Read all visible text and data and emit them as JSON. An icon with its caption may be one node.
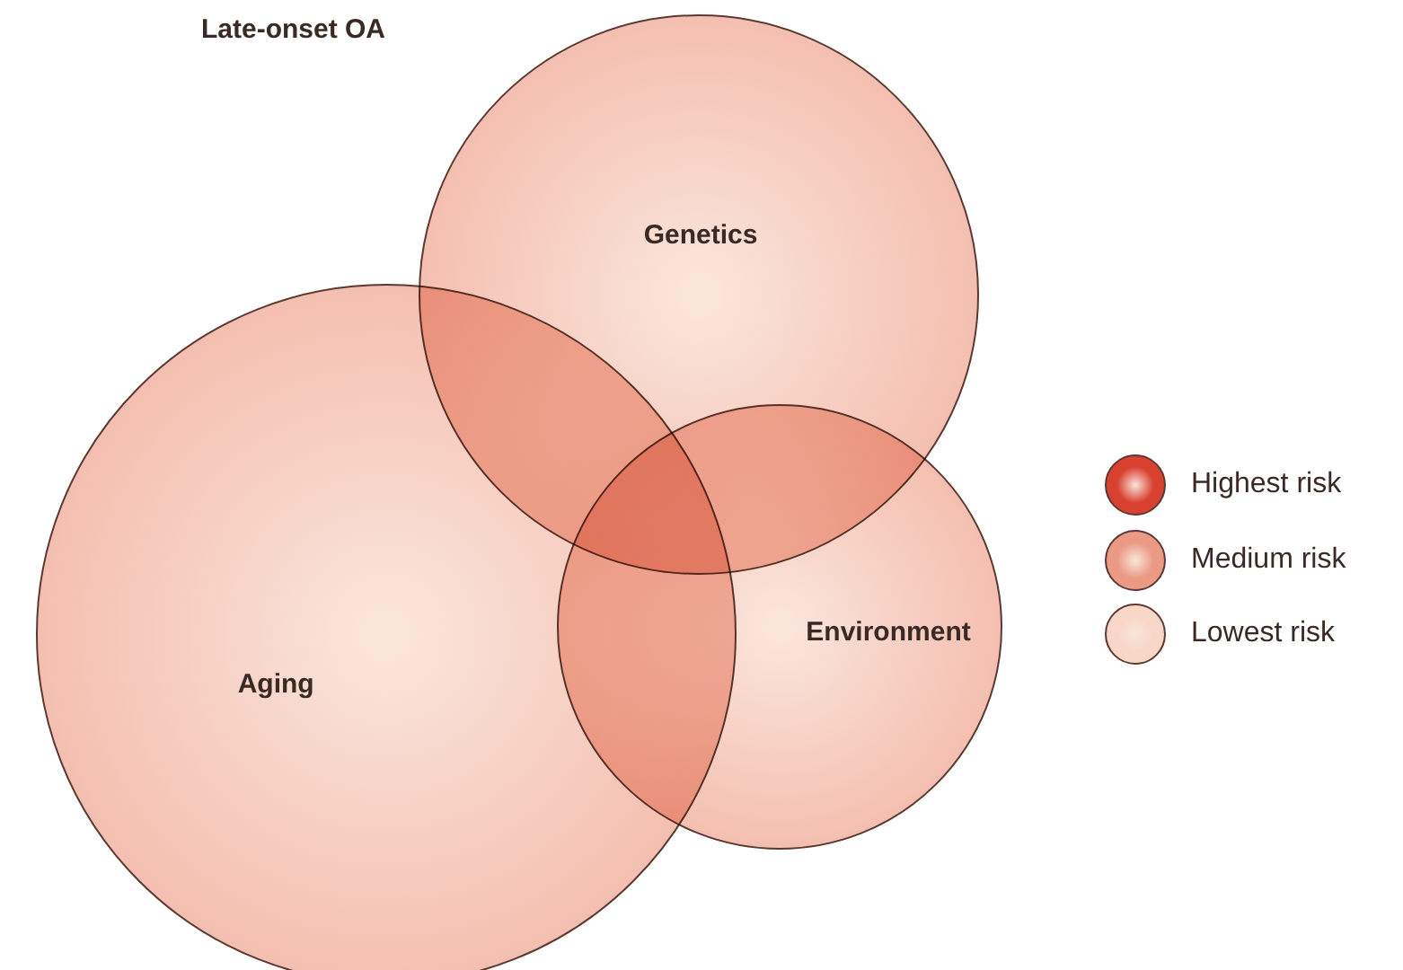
{
  "diagram": {
    "title": "Late-onset OA",
    "nodes": [
      {
        "text": [
          "Genetics"
        ]
      },
      {
        "text": [
          "Aging"
        ]
      },
      {
        "text": [
          "Environment"
        ]
      }
    ],
    "legend": [
      {
        "text": "Highest risk",
        "color": "#d8402f"
      },
      {
        "text": "Medium risk",
        "color": "#eb9a84"
      },
      {
        "text": "Lowest risk",
        "color": "#f8d6c8"
      }
    ]
  }
}
